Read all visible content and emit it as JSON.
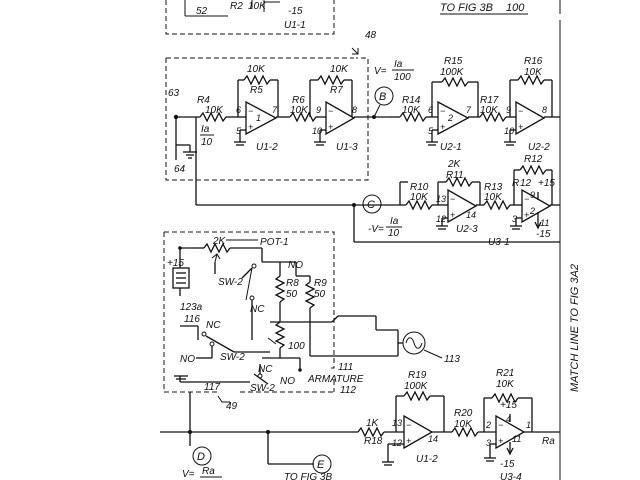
{
  "top": {
    "to_fig_3b": "TO FIG 3B",
    "ref_100": "100",
    "ref_52": "52",
    "r2_label": "R2",
    "r2_value": "10K",
    "neg15": "-15",
    "u11": "U1-1"
  },
  "block48": {
    "ref_48": "48",
    "ref_63": "63",
    "ref_64": "64",
    "r4_label": "R4",
    "r4_value": "10K",
    "r5_value": "10K",
    "r5_label": "R5",
    "r6_label": "R6",
    "r6_value": "10K",
    "r7_value": "10K",
    "r7_label": "R7",
    "ia": "Ia",
    "ia_den": "10",
    "u12": "U1-2",
    "u13": "U1-3",
    "pin6": "6",
    "pin5": "5",
    "pin1": "1",
    "pin7": "7",
    "pin9": "9",
    "pin10": "10",
    "pin8": "8"
  },
  "stage_b": {
    "v_eq": "V=",
    "v_num": "Ia",
    "v_den": "100",
    "node_b": "B",
    "r14_label": "R14",
    "r14_value": "10K",
    "r15_label": "R15",
    "r15_value": "100K",
    "r17_label": "R17",
    "r17_value": "10K",
    "r16_label": "R16",
    "r16_value": "10K",
    "u21": "U2-1",
    "u22": "U2-2",
    "pin6": "6",
    "pin5": "5",
    "pin2": "2",
    "pin7": "7",
    "pin9": "9",
    "pin10": "10",
    "pin8": "8"
  },
  "stage_c": {
    "node_c": "C",
    "v_eq": "-V=",
    "v_num": "Ia",
    "v_den": "10",
    "r10_label": "R10",
    "r10_value": "10K",
    "r11_value": "2K",
    "r11_label": "R11",
    "r13_label": "R13",
    "r13_value": "10K",
    "r12_label": "R12",
    "plus15": "+15",
    "neg15": "-15",
    "u23": "U2-3",
    "u31": "U3-1",
    "pin13": "13",
    "pin12": "12",
    "pin14": "14",
    "pin9": "9",
    "pin3": "3",
    "pin2": "2",
    "pin11": "11",
    "pin4": "4"
  },
  "pot_block": {
    "r2k": "2K",
    "pot1": "POT-1",
    "plus15": "+15",
    "ref_123a": "123a",
    "sw2": "SW-2",
    "nc": "NC",
    "no": "NO",
    "r8_label": "R8",
    "r8_value": "50",
    "r9_label": "R9",
    "r9_value": "50",
    "ref_116": "116",
    "ref_100": "100",
    "ref_113": "113",
    "ref_111": "111",
    "armature": "ARMATURE",
    "ref_117": "117",
    "ref_112": "112",
    "ref_49": "49"
  },
  "bottom": {
    "r18_value": "1K",
    "r18_label": "R18",
    "r19_label": "R19",
    "r19_value": "100K",
    "r20_label": "R20",
    "r20_value": "10K",
    "r21_label": "R21",
    "r21_value": "10K",
    "plus15": "+15",
    "neg15": "-15",
    "u12": "U1-2",
    "u34": "U3-4",
    "node_d": "D",
    "node_e": "E",
    "v_eq": "V=",
    "v_num": "Ra",
    "ra": "Ra",
    "to_fig": "TO FIG 3B",
    "pin13": "13",
    "pin12": "12",
    "pin14": "14",
    "pin2": "2",
    "pin3": "3",
    "pin1": "1",
    "pin4": "4",
    "pin11": "11"
  },
  "side": {
    "match_line": "MATCH LINE TO FIG 3A2"
  }
}
